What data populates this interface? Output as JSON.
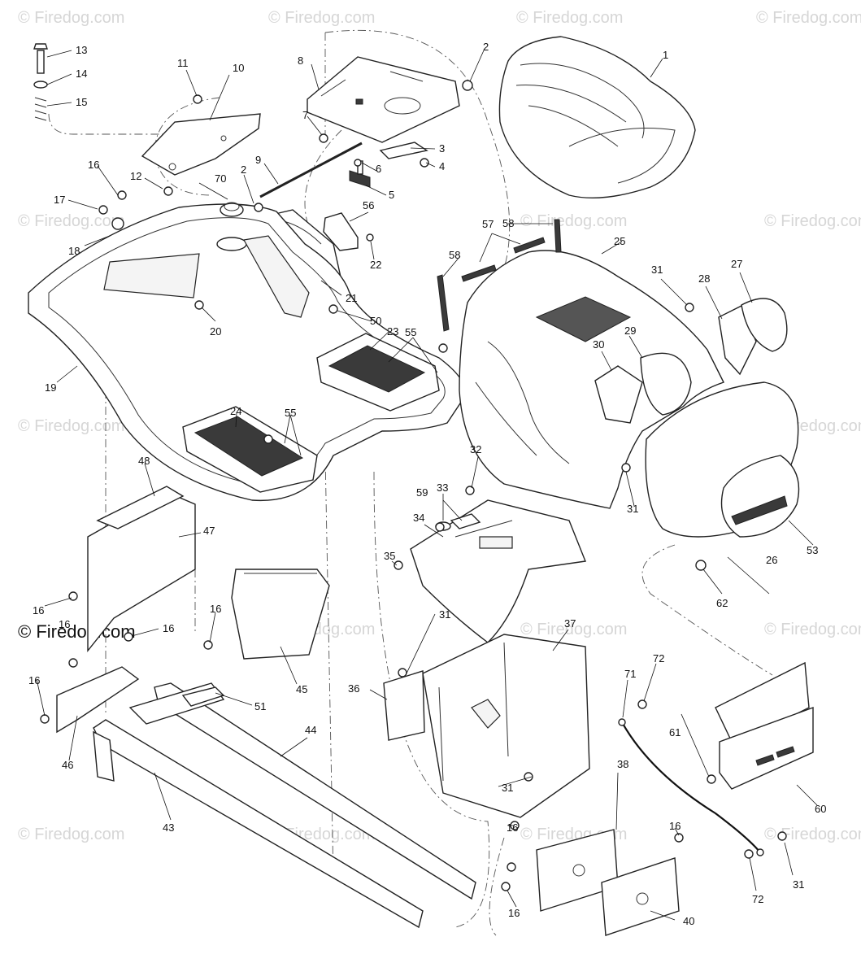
{
  "watermark": {
    "text": "© Firedog.com",
    "prominent_text": "© Firedog.com"
  },
  "callouts": [
    {
      "id": "c1",
      "label": "1"
    },
    {
      "id": "c2a",
      "label": "2"
    },
    {
      "id": "c2b",
      "label": "2"
    },
    {
      "id": "c3",
      "label": "3"
    },
    {
      "id": "c4",
      "label": "4"
    },
    {
      "id": "c5",
      "label": "5"
    },
    {
      "id": "c6",
      "label": "6"
    },
    {
      "id": "c7",
      "label": "7"
    },
    {
      "id": "c8",
      "label": "8"
    },
    {
      "id": "c9",
      "label": "9"
    },
    {
      "id": "c10",
      "label": "10"
    },
    {
      "id": "c11",
      "label": "11"
    },
    {
      "id": "c12",
      "label": "12"
    },
    {
      "id": "c13",
      "label": "13"
    },
    {
      "id": "c14",
      "label": "14"
    },
    {
      "id": "c15",
      "label": "15"
    },
    {
      "id": "c16a",
      "label": "16"
    },
    {
      "id": "c16b",
      "label": "16"
    },
    {
      "id": "c16c",
      "label": "16"
    },
    {
      "id": "c16d",
      "label": "16"
    },
    {
      "id": "c16e",
      "label": "16"
    },
    {
      "id": "c16f",
      "label": "16"
    },
    {
      "id": "c16g",
      "label": "16"
    },
    {
      "id": "c16h",
      "label": "16"
    },
    {
      "id": "c16i",
      "label": "16"
    },
    {
      "id": "c17",
      "label": "17"
    },
    {
      "id": "c18",
      "label": "18"
    },
    {
      "id": "c19",
      "label": "19"
    },
    {
      "id": "c20",
      "label": "20"
    },
    {
      "id": "c21",
      "label": "21"
    },
    {
      "id": "c22",
      "label": "22"
    },
    {
      "id": "c23",
      "label": "23"
    },
    {
      "id": "c24",
      "label": "24"
    },
    {
      "id": "c25",
      "label": "25"
    },
    {
      "id": "c26",
      "label": "26"
    },
    {
      "id": "c27",
      "label": "27"
    },
    {
      "id": "c28",
      "label": "28"
    },
    {
      "id": "c29",
      "label": "29"
    },
    {
      "id": "c30",
      "label": "30"
    },
    {
      "id": "c31a",
      "label": "31"
    },
    {
      "id": "c31b",
      "label": "31"
    },
    {
      "id": "c31c",
      "label": "31"
    },
    {
      "id": "c31d",
      "label": "31"
    },
    {
      "id": "c31e",
      "label": "31"
    },
    {
      "id": "c32",
      "label": "32"
    },
    {
      "id": "c33",
      "label": "33"
    },
    {
      "id": "c34",
      "label": "34"
    },
    {
      "id": "c35",
      "label": "35"
    },
    {
      "id": "c36",
      "label": "36"
    },
    {
      "id": "c37",
      "label": "37"
    },
    {
      "id": "c38",
      "label": "38"
    },
    {
      "id": "c40",
      "label": "40"
    },
    {
      "id": "c43",
      "label": "43"
    },
    {
      "id": "c44",
      "label": "44"
    },
    {
      "id": "c45",
      "label": "45"
    },
    {
      "id": "c46",
      "label": "46"
    },
    {
      "id": "c47",
      "label": "47"
    },
    {
      "id": "c48",
      "label": "48"
    },
    {
      "id": "c50",
      "label": "50"
    },
    {
      "id": "c51",
      "label": "51"
    },
    {
      "id": "c53",
      "label": "53"
    },
    {
      "id": "c55a",
      "label": "55"
    },
    {
      "id": "c55b",
      "label": "55"
    },
    {
      "id": "c56",
      "label": "56"
    },
    {
      "id": "c57",
      "label": "57"
    },
    {
      "id": "c58a",
      "label": "58"
    },
    {
      "id": "c58b",
      "label": "58"
    },
    {
      "id": "c59",
      "label": "59"
    },
    {
      "id": "c60",
      "label": "60"
    },
    {
      "id": "c61",
      "label": "61"
    },
    {
      "id": "c62",
      "label": "62"
    },
    {
      "id": "c70",
      "label": "70"
    },
    {
      "id": "c71",
      "label": "71"
    },
    {
      "id": "c72a",
      "label": "72"
    },
    {
      "id": "c72b",
      "label": "72"
    }
  ]
}
